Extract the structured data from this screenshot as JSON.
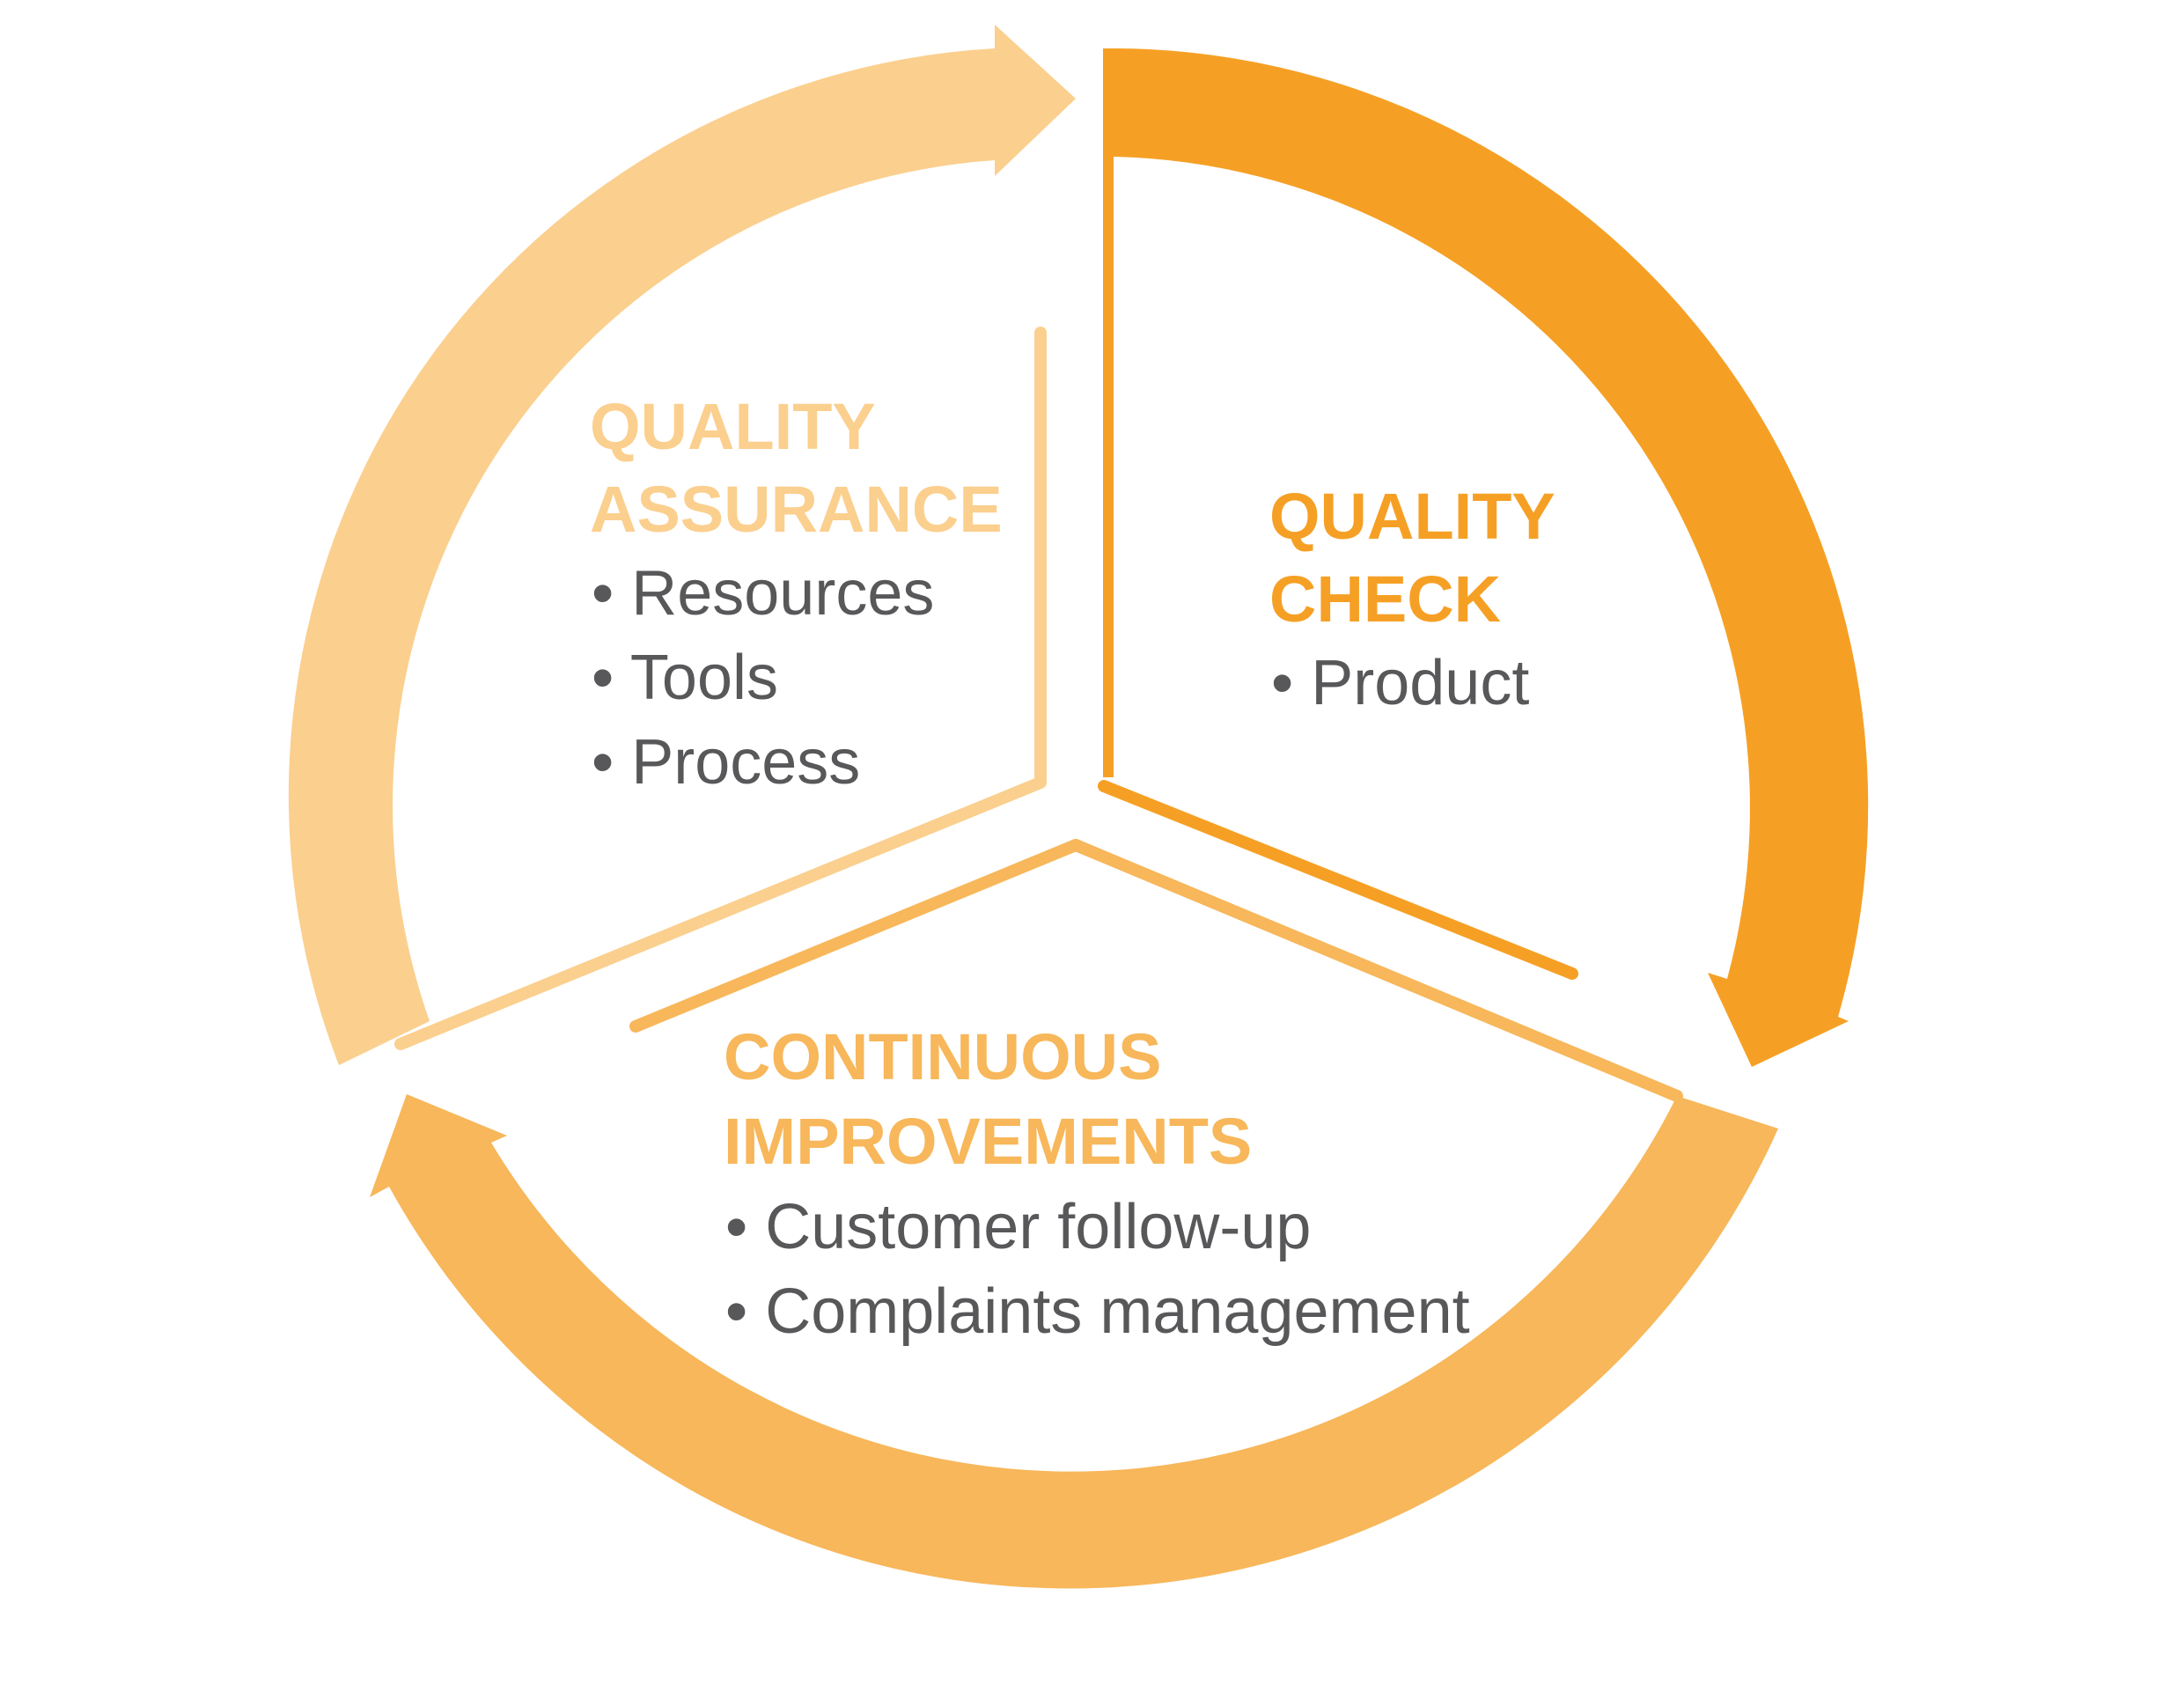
{
  "colors": {
    "assurance": "#fbcf8e",
    "check": "#f5a025",
    "improvements": "#f7b75a",
    "bullet_text": "#58585a"
  },
  "segments": {
    "quality_assurance": {
      "title_line1": "QUALITY",
      "title_line2": "ASSURANCE",
      "items": [
        "• Resources",
        "• Tools",
        "• Process"
      ]
    },
    "quality_check": {
      "title_line1": "QUALITY",
      "title_line2": "CHECK",
      "items": [
        "• Product"
      ]
    },
    "continuous_improvements": {
      "title_line1": "CONTINUOUS",
      "title_line2": "IMPROVEMENTS",
      "items": [
        "• Customer follow-up",
        "• Complaints management"
      ]
    }
  }
}
